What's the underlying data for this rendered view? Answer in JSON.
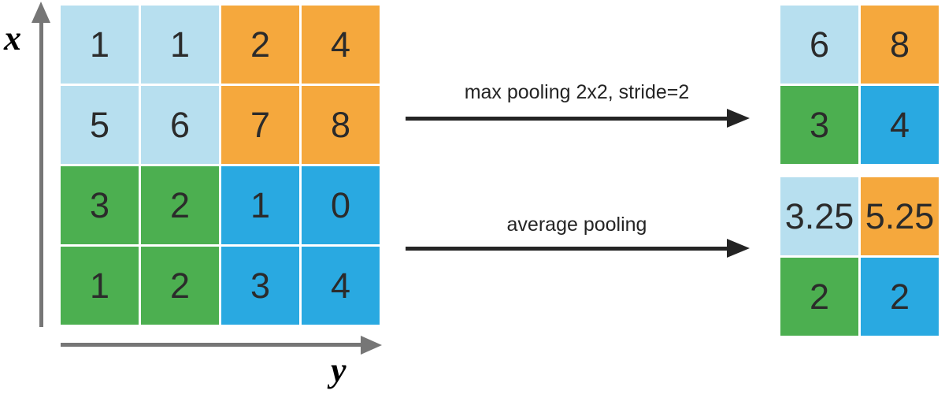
{
  "axes": {
    "x_label": "x",
    "y_label": "y"
  },
  "input_matrix": {
    "values": [
      [
        "1",
        "1",
        "2",
        "4"
      ],
      [
        "5",
        "6",
        "7",
        "8"
      ],
      [
        "3",
        "2",
        "1",
        "0"
      ],
      [
        "1",
        "2",
        "3",
        "4"
      ]
    ],
    "cell_colors": [
      [
        "lightblue",
        "lightblue",
        "orange",
        "orange"
      ],
      [
        "lightblue",
        "lightblue",
        "orange",
        "orange"
      ],
      [
        "green",
        "green",
        "blue",
        "blue"
      ],
      [
        "green",
        "green",
        "blue",
        "blue"
      ]
    ]
  },
  "max_pooling": {
    "label": "max pooling 2x2, stride=2",
    "output": {
      "values": [
        [
          "6",
          "8"
        ],
        [
          "3",
          "4"
        ]
      ],
      "cell_colors": [
        [
          "lightblue",
          "orange"
        ],
        [
          "green",
          "blue"
        ]
      ]
    }
  },
  "average_pooling": {
    "label": "average pooling",
    "output": {
      "values": [
        [
          "3.25",
          "5.25"
        ],
        [
          "2",
          "2"
        ]
      ],
      "cell_colors": [
        [
          "lightblue",
          "orange"
        ],
        [
          "green",
          "blue"
        ]
      ]
    }
  },
  "colors": {
    "lightblue": "#B7DFEF",
    "orange": "#F5A83D",
    "green": "#4CAF50",
    "blue": "#29A9E1",
    "axis_gray": "#767676",
    "arrow_black": "#242424",
    "digit": "#2B2B2B"
  }
}
